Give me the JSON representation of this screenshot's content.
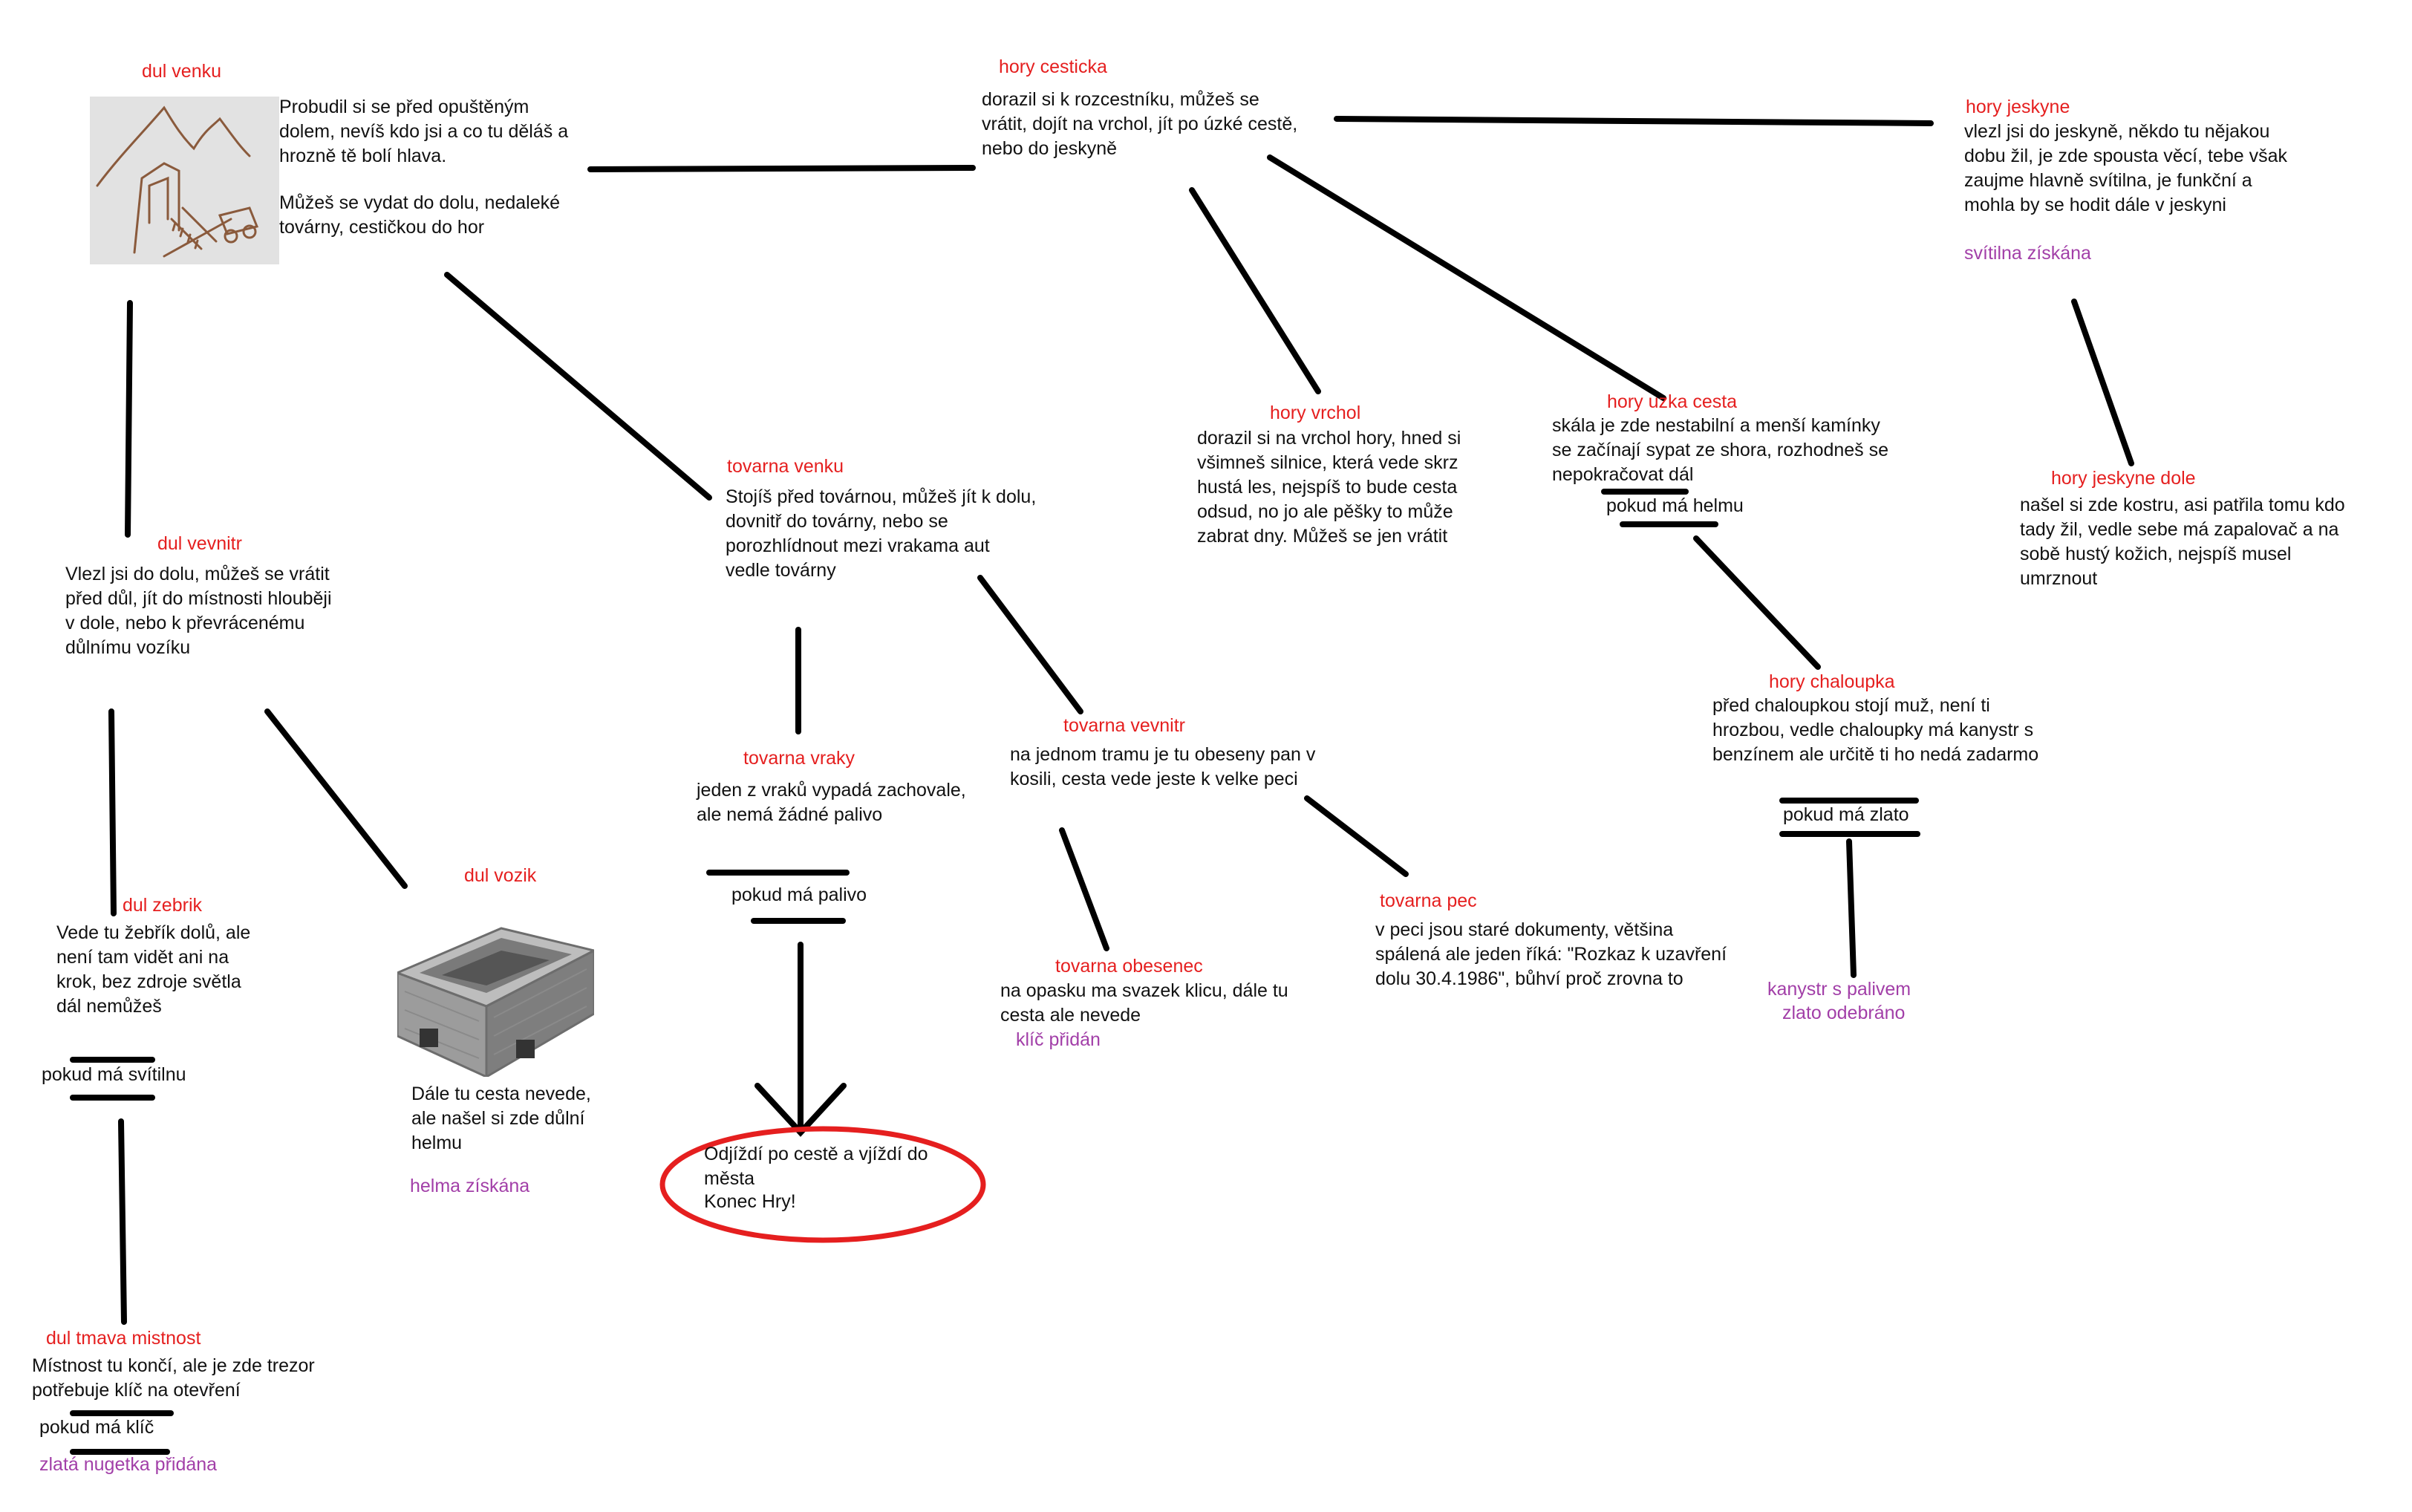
{
  "nodes": {
    "dul_venku": {
      "title": "dul venku",
      "text": "Probudil si se před opuštěným dolem, nevíš kdo jsi a co tu děláš a hrozně tě bolí hlava.",
      "text2": "Můžeš se vydat do dolu, nedaleké továrny, cestičkou do hor"
    },
    "hory_cesticka": {
      "title": "hory cesticka",
      "text": "dorazil si k rozcestníku, můžeš se vrátit, dojít na vrchol, jít po úzké cestě, nebo do jeskyně"
    },
    "hory_jeskyne": {
      "title": "hory jeskyne",
      "text": "vlezl jsi do jeskyně, někdo tu nějakou dobu žil, je zde spousta věcí, tebe však zaujme hlavně svítilna, je funkční a mohla by se hodit dále v jeskyni",
      "gain": "svítilna získána"
    },
    "hory_vrchol": {
      "title": "hory vrchol",
      "text": "dorazil si na vrchol hory, hned si všimneš silnice, která vede skrz hustá les, nejspíš to bude cesta odsud, no jo ale pěšky to může zabrat dny. Můžeš se jen vrátit"
    },
    "hory_uzka_cesta": {
      "title": "hory uzka cesta",
      "text": "skála je zde nestabilní a menší kamínky se začínají sypat ze shora, rozhodneš se nepokračovat dál",
      "cond": "pokud má helmu"
    },
    "hory_jeskyne_dole": {
      "title": "hory jeskyne dole",
      "text": "našel si zde kostru, asi patřila tomu kdo tady žil, vedle sebe má zapalovač a na sobě hustý kožich, nejspíš musel umrznout"
    },
    "hory_chaloupka": {
      "title": "hory chaloupka",
      "text": "před chaloupkou stojí muž, není ti hrozbou, vedle chaloupky má kanystr s benzínem ale určitě ti ho nedá zadarmo",
      "cond": "pokud má zlato",
      "gain": "kanystr s palivem",
      "gain2": "zlato odebráno"
    },
    "tovarna_venku": {
      "title": "tovarna venku",
      "text": "Stojíš před továrnou, můžeš jít k dolu, dovnitř do továrny, nebo se porozhlídnout mezi vrakama aut vedle továrny"
    },
    "tovarna_vraky": {
      "title": "tovarna vraky",
      "text": "jeden z vraků vypadá zachovale, ale nemá žádné palivo",
      "cond": "pokud má palivo"
    },
    "tovarna_vevnitr": {
      "title": "tovarna vevnitr",
      "text": "na jednom tramu je tu obeseny pan v kosili, cesta vede jeste k velke peci"
    },
    "tovarna_obesenec": {
      "title": "tovarna obesenec",
      "text": "na opasku ma svazek klicu, dále tu cesta ale nevede",
      "gain": "klíč přidán"
    },
    "tovarna_pec": {
      "title": "tovarna pec",
      "text": "v peci jsou staré dokumenty, většina spálená ale jeden říká: \"Rozkaz k uzavření dolu 30.4.1986\", bůhví proč zrovna to"
    },
    "konec": {
      "text": "Odjíždí po cestě a vjíždí do města",
      "text2": "Konec Hry!"
    },
    "dul_vevnitr": {
      "title": "dul vevnitr",
      "text": "Vlezl jsi do dolu, můžeš se vrátit před důl, jít do místnosti hlouběji v dole, nebo k převrácenému důlnímu vozíku"
    },
    "dul_zebrik": {
      "title": "dul zebrik",
      "text": "Vede tu žebřík dolů, ale není tam vidět ani na krok, bez zdroje světla dál nemůžeš",
      "cond": "pokud má svítilnu"
    },
    "dul_vozik": {
      "title": "dul vozik",
      "text": "Dále tu cesta nevede, ale našel si zde důlní helmu",
      "gain": "helma získána"
    },
    "dul_tmava_mistnost": {
      "title": "dul tmava mistnost",
      "text": "Místnost tu končí, ale je zde trezor potřebuje klíč na otevření",
      "cond": "pokud má klíč",
      "gain": "zlatá nugetka přidána"
    }
  },
  "colors": {
    "title": "#e51f1f",
    "gain": "#a23fa8",
    "line": "#000000",
    "end_ring": "#e51f1f"
  },
  "icons": {
    "dul_venku": "mine-entrance-illustration",
    "dul_vozik": "minecart-icon"
  }
}
